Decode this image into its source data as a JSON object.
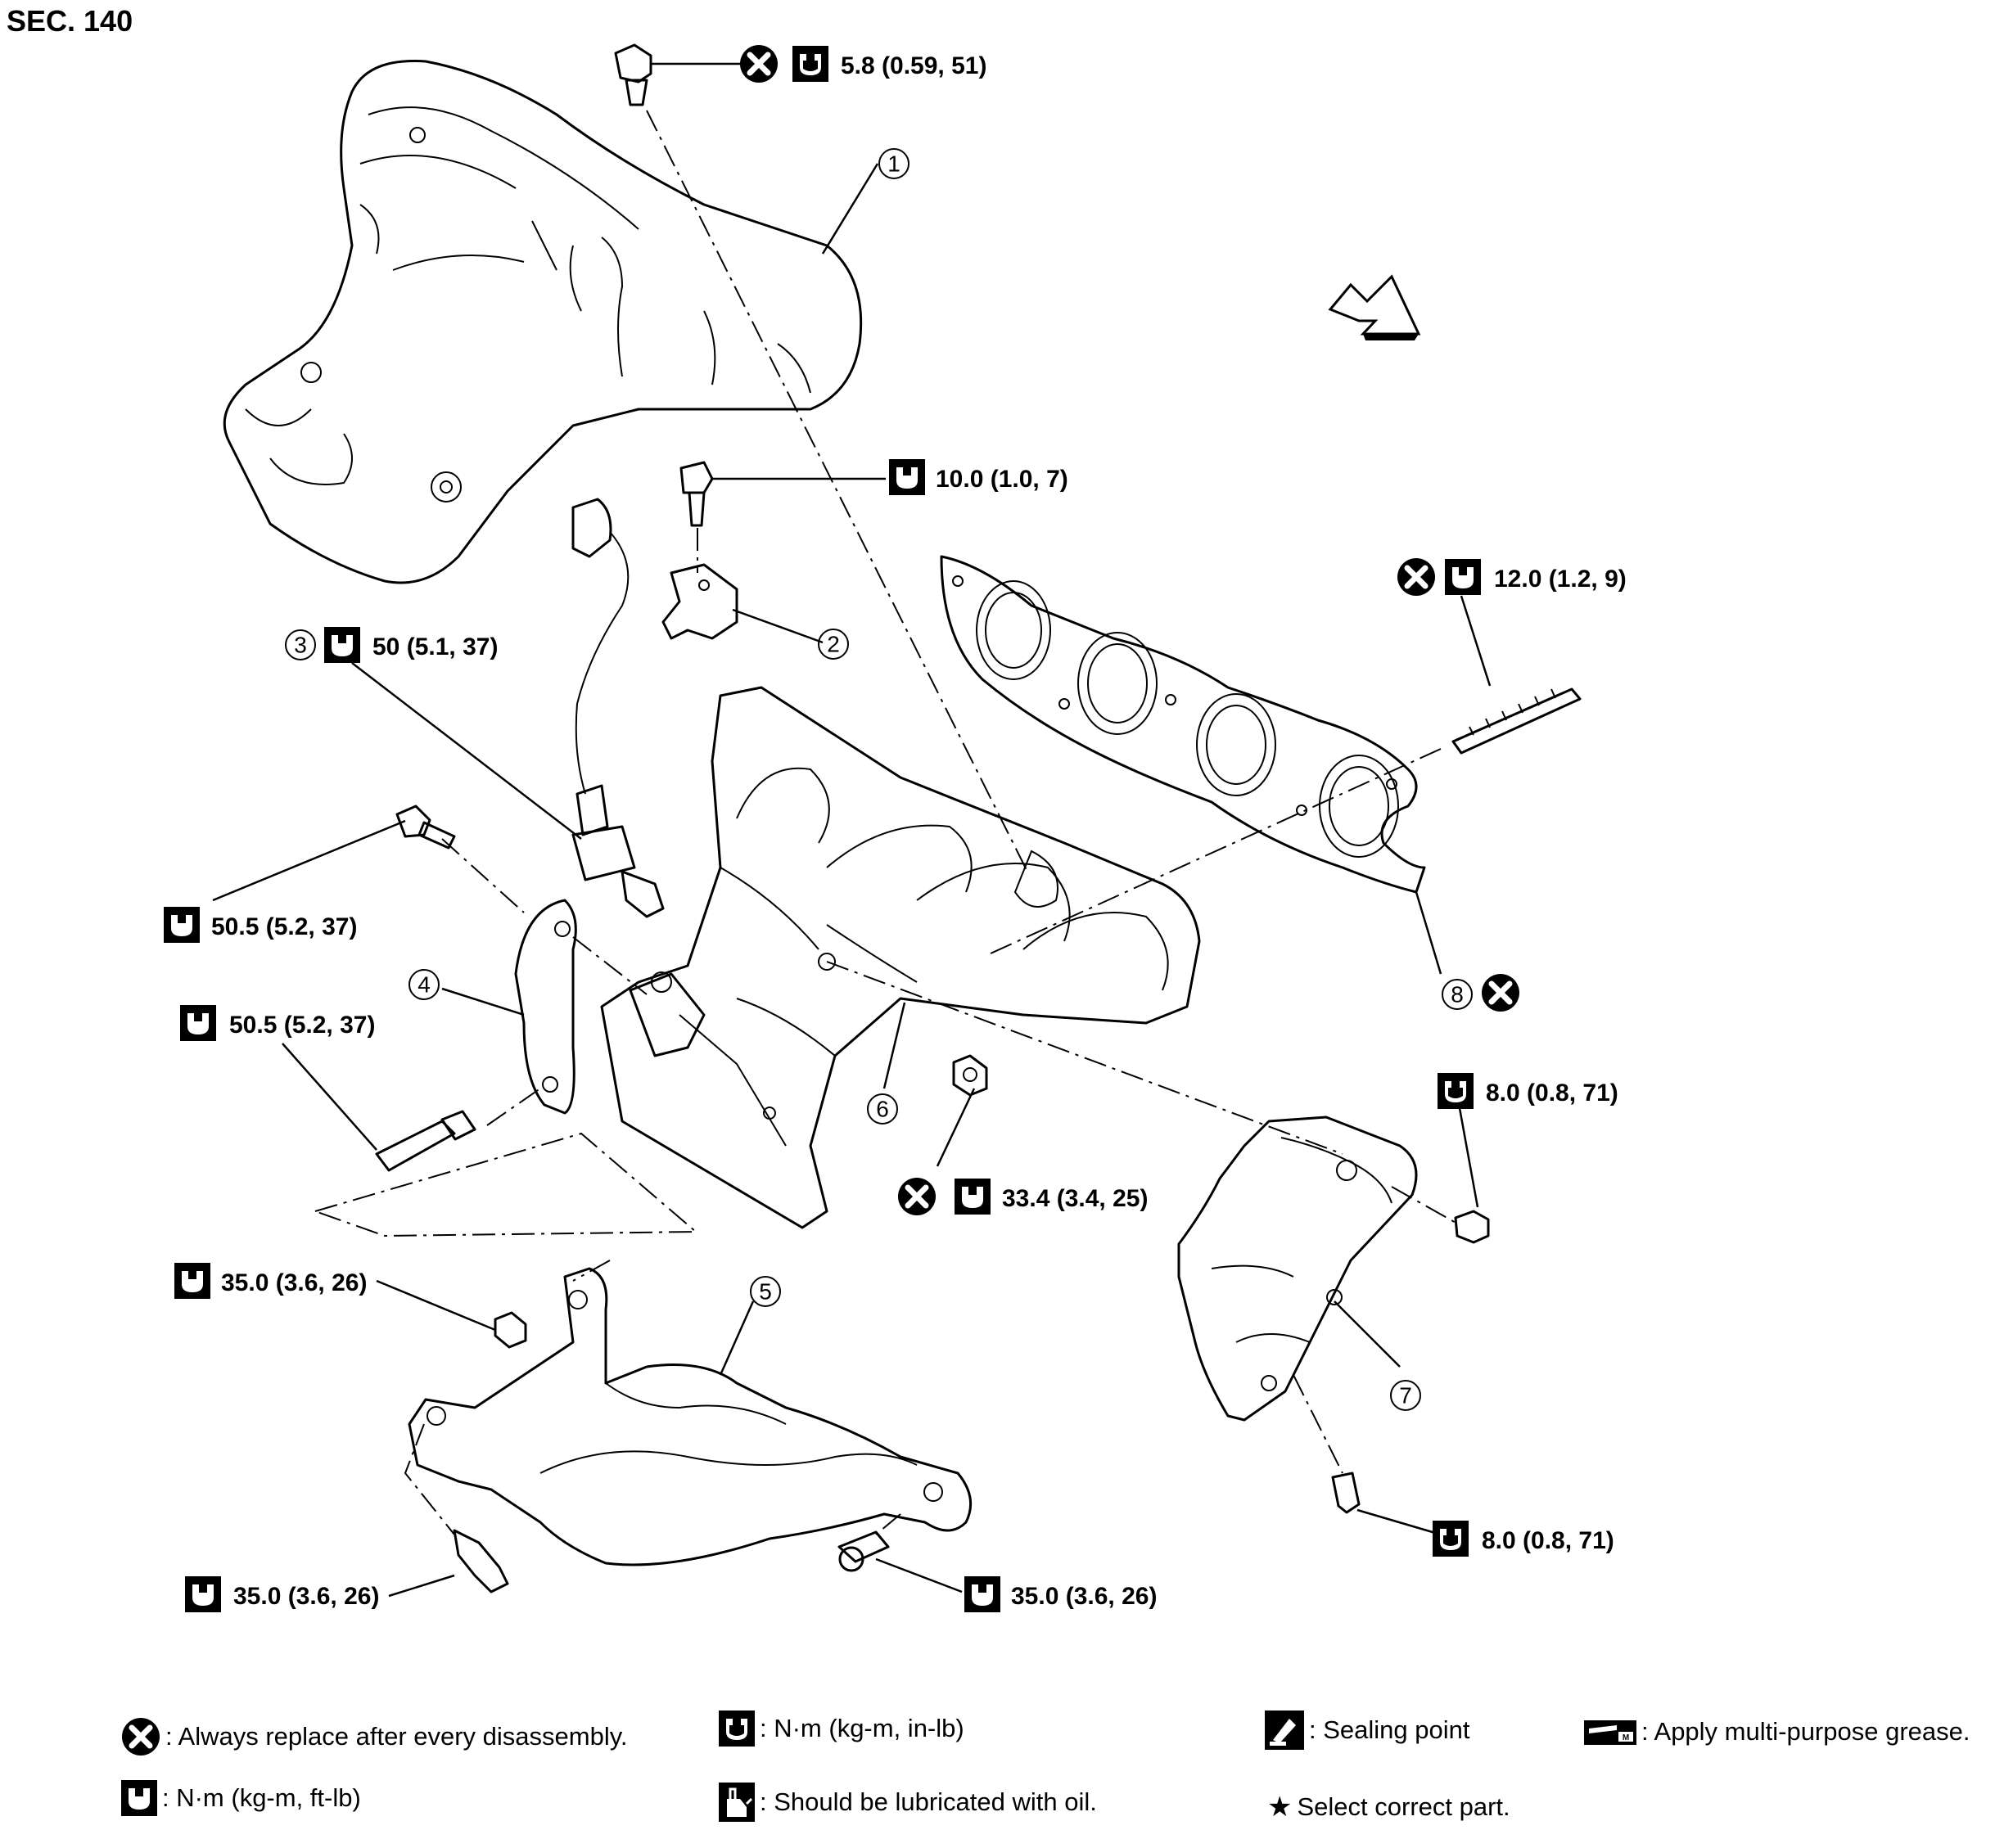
{
  "section": "SEC. 140",
  "parts": [
    {
      "number": "1"
    },
    {
      "number": "2"
    },
    {
      "number": "3"
    },
    {
      "number": "4"
    },
    {
      "number": "5"
    },
    {
      "number": "6"
    },
    {
      "number": "7"
    },
    {
      "number": "8"
    }
  ],
  "torques": {
    "t_top_bolt": "5.8 (0.59, 51)",
    "t_bracket_bolt": "10.0 (1.0, 7)",
    "t_stud_right": "12.0 (1.2, 9)",
    "t_sensor": "50 (5.1, 37)",
    "t_bolt_left_1": "50.5 (5.2, 37)",
    "t_bolt_left_2": "50.5 (5.2, 37)",
    "t_nut_center": "33.4 (3.4, 25)",
    "t_cover_upper": "8.0 (0.8, 71)",
    "t_cover_lower": "8.0 (0.8, 71)",
    "t_nut_lower": "35.0 (3.6, 26)",
    "t_bolt_lower_left": "35.0 (3.6, 26)",
    "t_bolt_lower_right": "35.0 (3.6, 26)"
  },
  "legend": {
    "replace": ": Always replace after every disassembly.",
    "nm_inlb": ": N·m (kg-m, in-lb)",
    "sealing": ": Sealing point",
    "grease": ": Apply multi-purpose grease.",
    "nm_ftlb": ": N·m (kg-m, ft-lb)",
    "oil": ": Should be lubricated with oil.",
    "select": "Select correct part.",
    "star": "★"
  },
  "icons": {
    "replace": "x-circle-icon",
    "torque_ftlb": "torque-wrench-outline-icon",
    "torque_inlb": "torque-wrench-filled-icon",
    "sealing": "sealant-tube-icon",
    "grease": "grease-gun-icon",
    "oil": "oil-can-icon",
    "front": "front-direction-arrow-icon"
  }
}
